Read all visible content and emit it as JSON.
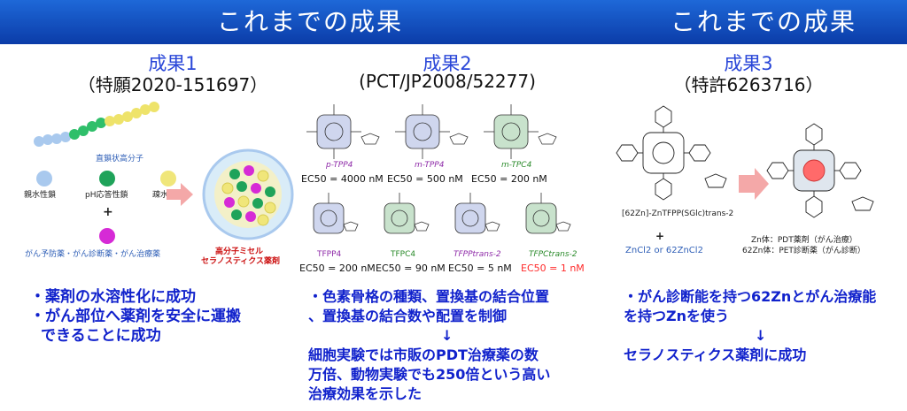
{
  "banner": {
    "left_title": "これまでの成果",
    "right_title": "これまでの成果"
  },
  "col1": {
    "title": "成果1",
    "subtitle": "（特願2020-151697）",
    "polymer_label": "直鎖状高分子",
    "block_labels": [
      "親水性鎖",
      "pH応答性鎖",
      "疎水性鎖"
    ],
    "plus": "+",
    "drug_label": "がん予防薬・がん診断薬・がん治療薬",
    "micelle_label_1": "高分子ミセル",
    "micelle_label_2": "セラノスティクス薬剤",
    "bullets": [
      "・薬剤の水溶性化に成功",
      "・がん部位へ薬剤を安全に運搬",
      "できることに成功"
    ]
  },
  "col2": {
    "title": "成果2",
    "subtitle": "(PCT/JP2008/52277)",
    "compounds_row1": [
      {
        "name": "p-TPP4",
        "ec": "EC50 = 4000 nM"
      },
      {
        "name": "m-TPP4",
        "ec": "EC50 = 500 nM"
      },
      {
        "name": "m-TPC4",
        "ec": "EC50 = 200 nM"
      }
    ],
    "compounds_row2": [
      {
        "name": "TFPP4",
        "ec": "EC50 = 200 nM"
      },
      {
        "name": "TFPC4",
        "ec": "EC50 = 90 nM"
      },
      {
        "name": "TFPPtrans-2",
        "ec": "EC50 = 5 nM"
      },
      {
        "name": "TFPCtrans-2",
        "ec": "EC50 = 1 nM"
      }
    ],
    "bullets": [
      "・色素骨格の種類、置換基の結合位置",
      "、置換基の結合数や配置を制御",
      "↓",
      "細胞実験では市販のPDT治療薬の数",
      "万倍、動物実験でも250倍という高い",
      "治療効果を示した"
    ]
  },
  "col3": {
    "title": "成果3",
    "subtitle": "（特許6263716）",
    "compound_label": "[62Zn]-ZnTFPP(SGlc)trans-2",
    "plus": "+",
    "reagents": "ZnCl2 or 62ZnCl2",
    "product_line1": "Zn体：PDT薬剤（がん治療）",
    "product_line2": "62Zn体：PET診断薬（がん診断）",
    "bullets": [
      "・がん診断能を持つ62Znとがん治療能",
      "を持つZnを使う",
      "↓",
      "セラノスティクス薬剤に成功"
    ]
  },
  "colors": {
    "banner": "#1e5cc8",
    "title_blue": "#2a47d8",
    "bullet_blue": "#1122cc",
    "ec_red": "#ff2a2a",
    "purple": "#8e2aa8",
    "green": "#2a8a2a"
  }
}
